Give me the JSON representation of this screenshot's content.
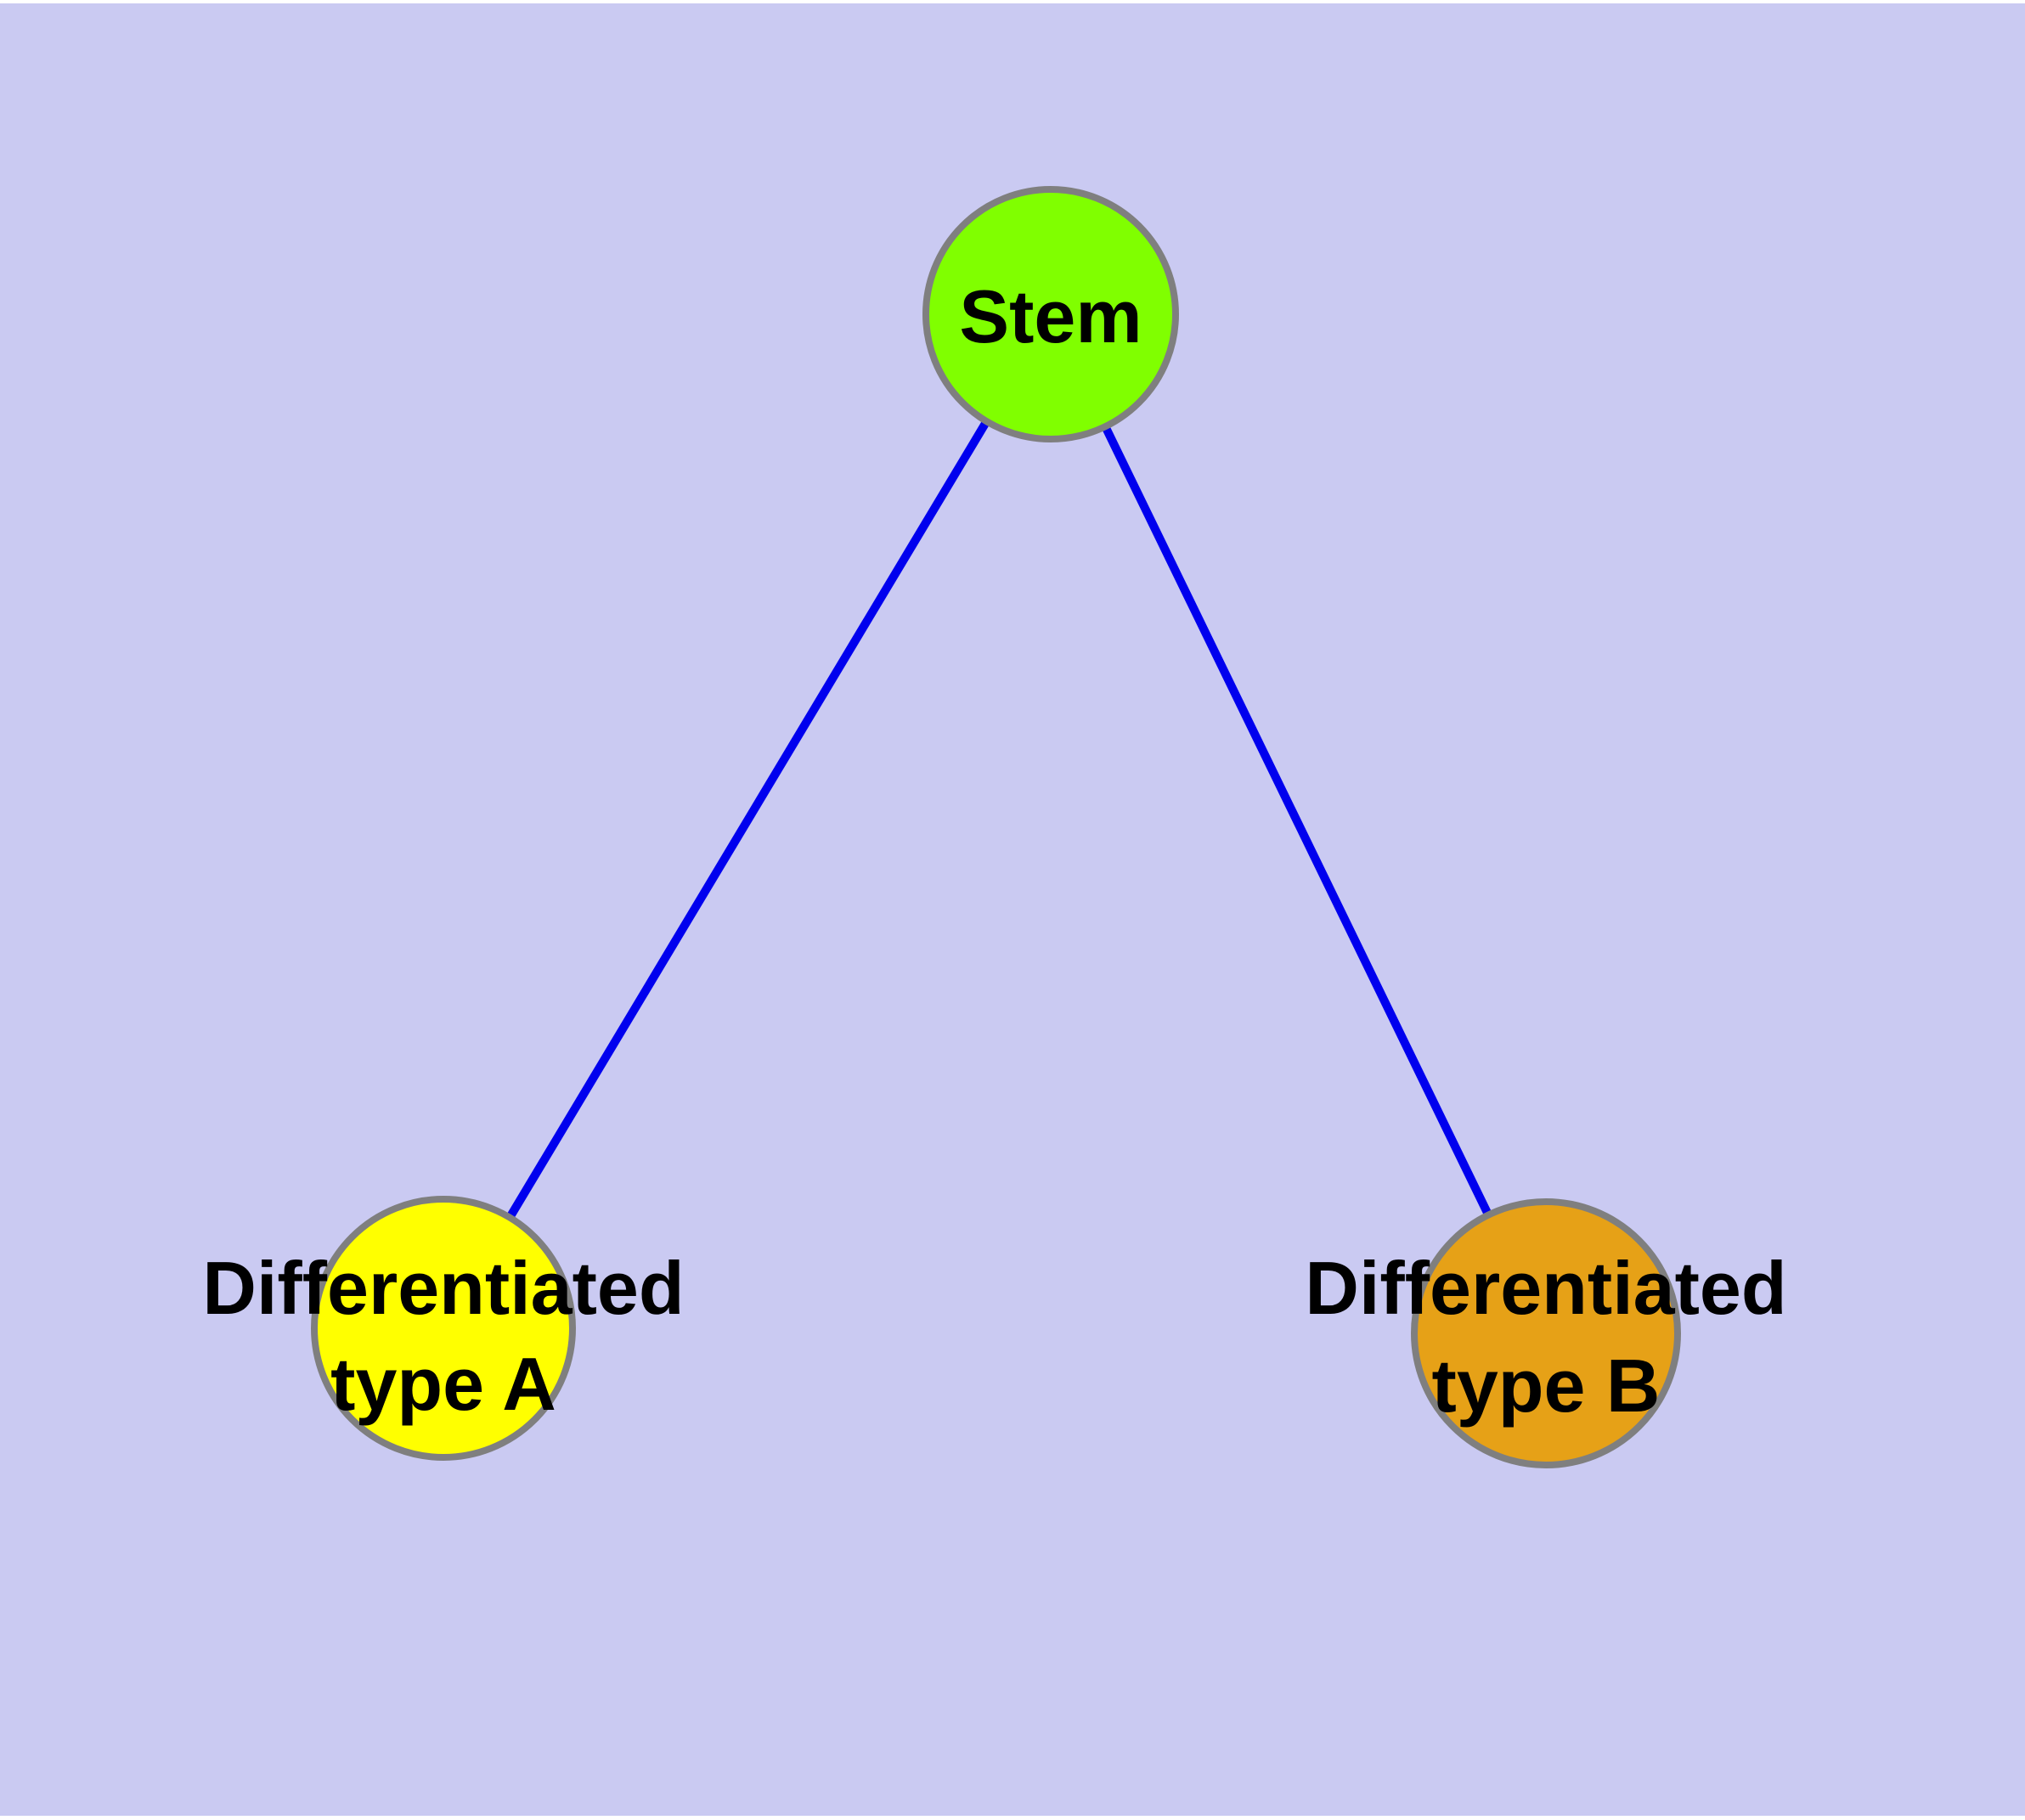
{
  "colors": {
    "background": "#CACAF2",
    "edge": "#0000EE",
    "node_border": "#7F7F7F",
    "label_text": "#000000"
  },
  "nodes": {
    "stem": {
      "label": "Stem",
      "fill": "#80FF00"
    },
    "type_a": {
      "label_line1": "Differentiated",
      "label_line2": "type A",
      "fill": "#FFFF00"
    },
    "type_b": {
      "label_line1": "Differentiated",
      "label_line2": "type B",
      "fill": "#E6A117"
    }
  },
  "edges": [
    {
      "from": "Stem",
      "to": "Differentiated type A"
    },
    {
      "from": "Stem",
      "to": "Differentiated type B"
    }
  ]
}
